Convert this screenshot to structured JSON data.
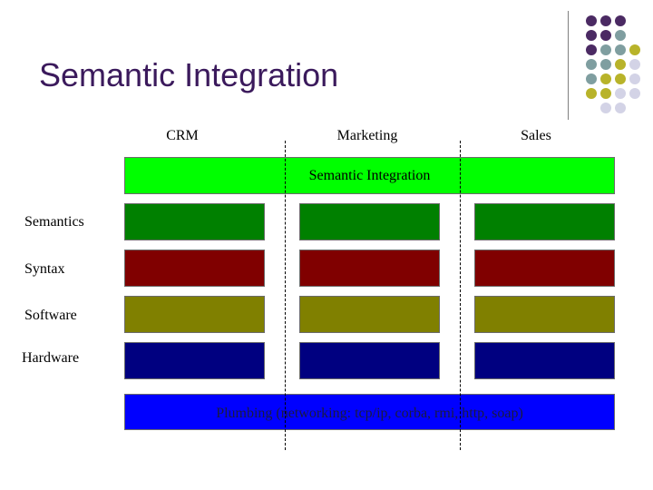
{
  "slide": {
    "title": "Semantic Integration"
  },
  "columns": [
    {
      "label": "CRM"
    },
    {
      "label": "Marketing"
    },
    {
      "label": "Sales"
    }
  ],
  "layers": [
    {
      "label": "Semantics",
      "color": "#008000"
    },
    {
      "label": "Syntax",
      "color": "#800000"
    },
    {
      "label": "Software",
      "color": "#808000"
    },
    {
      "label": "Hardware",
      "color": "#000080"
    }
  ],
  "integration_bar": {
    "label": "Semantic Integration",
    "color": "#00ff00"
  },
  "plumbing_bar": {
    "label": "Plumbing (networking: tcp/ip, corba, rmi, http, soap)",
    "color": "#0000ff"
  },
  "decoration": {
    "dot_colors": {
      "purple": "#4b2a63",
      "teal": "#7f9ea0",
      "olive": "#b8b32a",
      "lavender": "#d3d3e6"
    }
  }
}
